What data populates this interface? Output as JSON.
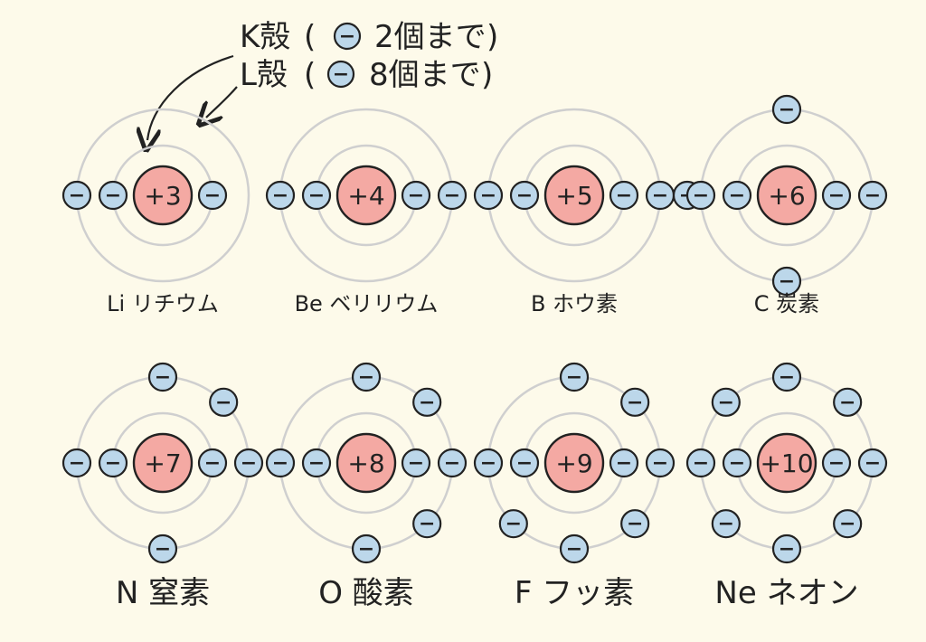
{
  "colors": {
    "background": "#fdfaea",
    "shell": "#cfcfcf",
    "nucleus": "#f4a9a3",
    "electron": "#bcd7ea",
    "ink": "#222222"
  },
  "legend": {
    "k_shell": {
      "prefix": "K殻",
      "suffix": "2個まで"
    },
    "l_shell": {
      "prefix": "L殻",
      "suffix": "8個まで"
    },
    "electron_icon": "minus-circle-icon",
    "paren_open": "(",
    "paren_close": ")"
  },
  "electron_sign": "−",
  "atoms": [
    {
      "id": "li",
      "label": "Li リチウム",
      "nucleus": "+3",
      "k_electrons": 2,
      "l_electrons": 1
    },
    {
      "id": "be",
      "label": "Be ベリリウム",
      "nucleus": "+4",
      "k_electrons": 2,
      "l_electrons": 2
    },
    {
      "id": "b",
      "label": "B ホウ素",
      "nucleus": "+5",
      "k_electrons": 2,
      "l_electrons": 3
    },
    {
      "id": "c",
      "label": "C 炭素",
      "nucleus": "+6",
      "k_electrons": 2,
      "l_electrons": 4
    },
    {
      "id": "n",
      "label": "N 窒素",
      "nucleus": "+7",
      "k_electrons": 2,
      "l_electrons": 5
    },
    {
      "id": "o",
      "label": "O 酸素",
      "nucleus": "+8",
      "k_electrons": 2,
      "l_electrons": 6
    },
    {
      "id": "f",
      "label": "F フッ素",
      "nucleus": "+9",
      "k_electrons": 2,
      "l_electrons": 7
    },
    {
      "id": "ne",
      "label": "Ne ネオン",
      "nucleus": "+10",
      "k_electrons": 2,
      "l_electrons": 8
    }
  ]
}
